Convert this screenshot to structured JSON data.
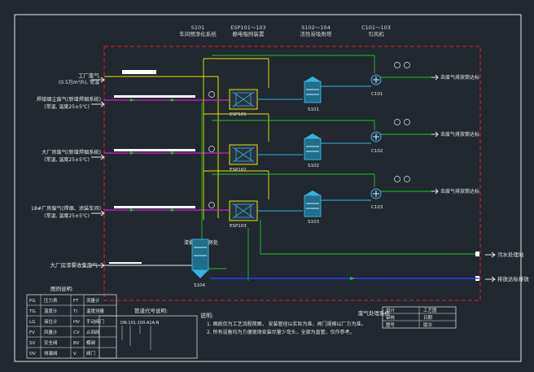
{
  "headers": [
    {
      "code": "S101",
      "name": "车间预净化系统"
    },
    {
      "code": "ESP101～103",
      "name": "静电吸附装置"
    },
    {
      "code": "S102～104",
      "name": "活性炭吸附塔"
    },
    {
      "code": "C101～103",
      "name": "引风机"
    }
  ],
  "inlets": [
    {
      "line1": "工厂废气",
      "line2": "(0.5万m³/h), 常温"
    },
    {
      "line1": "焊接烟尘废气(新增焊烟系统)",
      "line2": "(常温, 温度25±5℃)"
    },
    {
      "line1": "大厂房废气(新增焊烟系统)",
      "line2": "(常温, 温度25±5℃)"
    },
    {
      "line1": "18#厂房废气(焊烟、涂装车间)",
      "line2": "(常温, 温度25±5℃)"
    },
    {
      "line1": "大厂房漆雾收集废气",
      "line2": ""
    }
  ],
  "outlets": [
    {
      "text": "去废气排放筒达标"
    },
    {
      "text": "去废气排放筒达标"
    },
    {
      "text": "去废气排放筒达标"
    },
    {
      "text": "污水处理站"
    },
    {
      "text": "排放达标排放"
    }
  ],
  "equipment": {
    "esp_tags": [
      "ESP101",
      "ESP102",
      "ESP103"
    ],
    "tower_tags": [
      "S101",
      "S102",
      "S103"
    ],
    "fan_tags": [
      "C101",
      "C102",
      "C103"
    ],
    "scrubber_tag": "S104",
    "scrubber_label": "漆雾气体厂房处"
  },
  "legend": {
    "title": "图例说明:",
    "rows": [
      [
        "PG",
        "压力表",
        "FT",
        "流量计"
      ],
      [
        "TG",
        "温度计",
        "TI",
        "温度测量"
      ],
      [
        "LG",
        "液位计",
        "HV",
        "手动阀门"
      ],
      [
        "FV",
        "风量计",
        "CV",
        "止回阀"
      ],
      [
        "SV",
        "安全阀",
        "BV",
        "蝶阀"
      ],
      [
        "DV",
        "排凝阀",
        "V",
        "阀门"
      ]
    ]
  },
  "pipe_legend": {
    "title": "管道代号说明:",
    "sample": "DN-101-100-A1A-N"
  },
  "notes": {
    "title": "说明:",
    "lines": [
      "1. 图纸仅为工艺流程简图，   安装管径以实际为准，阀门规格以厂方为准。",
      "2. 所有设备均为方便现场安装尽量少弯头，全部为直管，仅作参考。"
    ]
  },
  "title_block": {
    "title": "废气处理系统",
    "cells": [
      "设计",
      "工艺图",
      "审核",
      "日期",
      "图号",
      "版次"
    ]
  }
}
